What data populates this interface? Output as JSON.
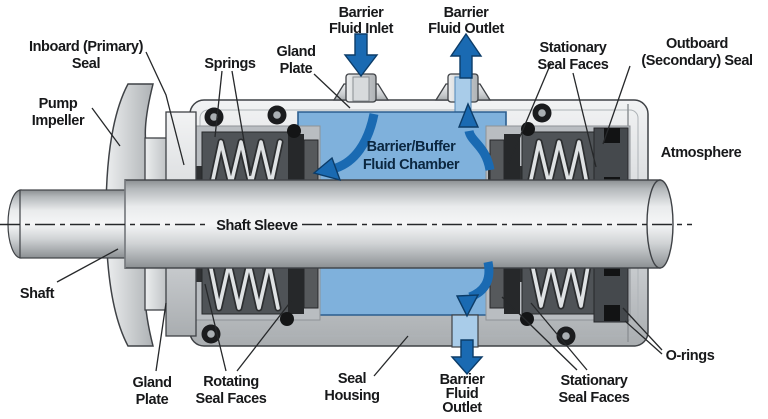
{
  "labels": {
    "inboard_primary_seal": [
      "Inboard (Primary)",
      "Seal"
    ],
    "pump_impeller": [
      "Pump",
      "Impeller"
    ],
    "springs": [
      "Springs"
    ],
    "gland_plate_top": [
      "Gland",
      "Plate"
    ],
    "barrier_fluid_inlet": [
      "Barrier",
      "Fluid Inlet"
    ],
    "barrier_fluid_outlet_top": [
      "Barrier",
      "Fluid Outlet"
    ],
    "stationary_seal_faces_top": [
      "Stationary",
      "Seal Faces"
    ],
    "outboard_secondary_seal": [
      "Outboard",
      "(Secondary) Seal"
    ],
    "atmosphere": [
      "Atmosphere"
    ],
    "shaft_sleeve": [
      "Shaft Sleeve"
    ],
    "shaft": [
      "Shaft"
    ],
    "gland_plate_bottom": [
      "Gland",
      "Plate"
    ],
    "rotating_seal_faces": [
      "Rotating",
      "Seal Faces"
    ],
    "seal_housing": [
      "Seal",
      "Housing"
    ],
    "barrier_fluid_outlet_bottom": [
      "Barrier",
      "Fluid",
      "Outlet"
    ],
    "stationary_seal_faces_bottom": [
      "Stationary",
      "Seal Faces"
    ],
    "o_rings": [
      "O-rings"
    ],
    "chamber": [
      "Barrier/Buffer",
      "Fluid Chamber"
    ]
  },
  "colors": {
    "chamber_fluid": "#7FB1DC",
    "flow_arrow": "#1A6AB2",
    "port_bore": "#A9CCE9",
    "metal_light": "#E9EBEC",
    "metal_dark": "#A9ADB0",
    "seal_face_dark": "#26282A",
    "oring_black": "#1B1C1E",
    "label_text": "#17181A",
    "background": "#FFFFFF"
  }
}
